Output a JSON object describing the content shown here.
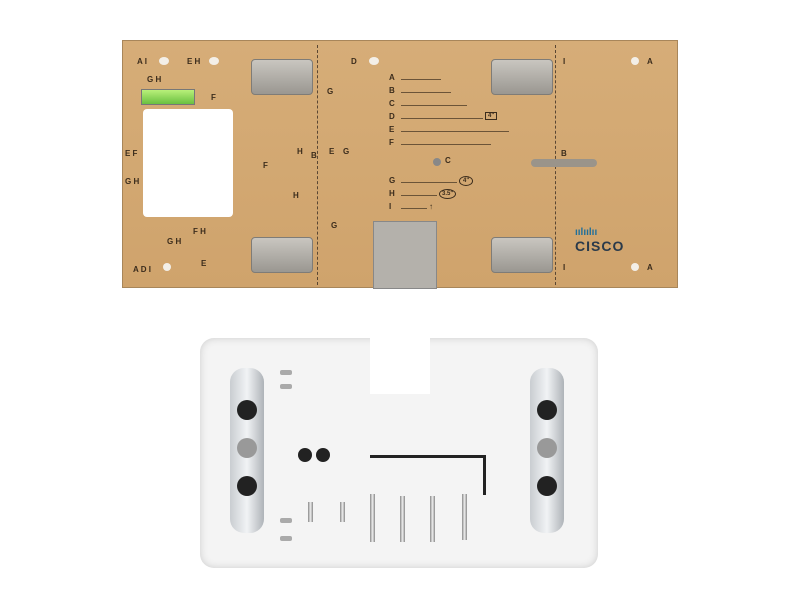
{
  "plate": {
    "edge_labels_left": [
      "A I",
      "E H",
      "G H",
      "F",
      "E F",
      "G H",
      "G H",
      "F H",
      "A D I",
      "E"
    ],
    "edge_labels_right": [
      "I",
      "A",
      "B",
      "I",
      "A"
    ],
    "inner_labels": [
      "D",
      "G",
      "H",
      "F",
      "B",
      "E",
      "G",
      "H",
      "G"
    ],
    "legend": [
      {
        "letter": "A",
        "note": ""
      },
      {
        "letter": "B",
        "note": ""
      },
      {
        "letter": "C",
        "note": ""
      },
      {
        "letter": "D",
        "note": "4\""
      },
      {
        "letter": "E",
        "note": ""
      },
      {
        "letter": "F",
        "note": ""
      },
      {
        "letter": "G",
        "note": "4\""
      },
      {
        "letter": "H",
        "note": "3.5\""
      },
      {
        "letter": "I",
        "note": ""
      }
    ],
    "center_label": "C",
    "logo": "CISCO",
    "colors": {
      "cardboard": "#d2a872",
      "slot": "#b0ada7",
      "level": "#8ed45a"
    }
  },
  "tray": {
    "colors": {
      "tray": "#f4f4f4",
      "bracket": "#d6dadd"
    }
  }
}
